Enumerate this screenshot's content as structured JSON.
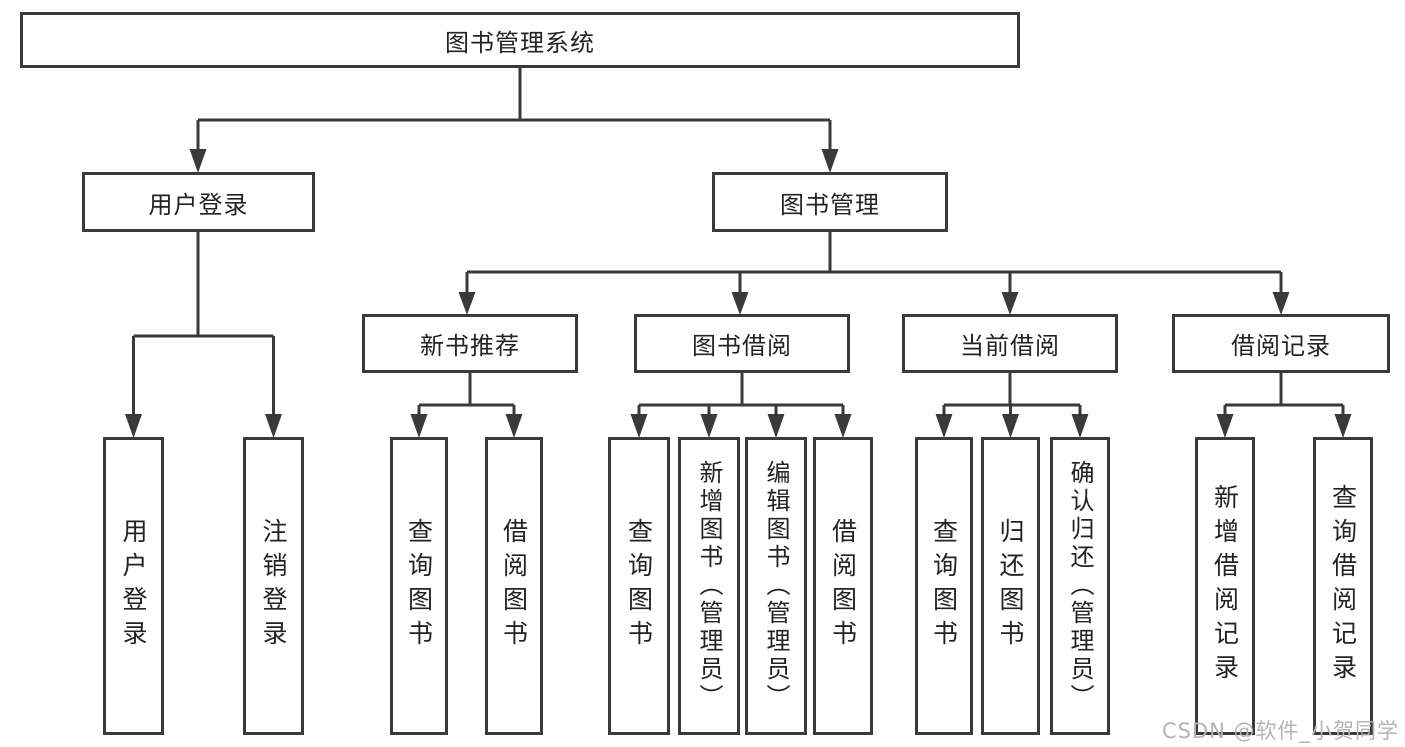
{
  "tree": {
    "root": {
      "label": "图书管理系统",
      "children": [
        {
          "label": "用户登录",
          "children": [
            {
              "label": "用户登录"
            },
            {
              "label": "注销登录"
            }
          ]
        },
        {
          "label": "图书管理",
          "children": [
            {
              "label": "新书推荐",
              "children": [
                {
                  "label": "查询图书"
                },
                {
                  "label": "借阅图书"
                }
              ]
            },
            {
              "label": "图书借阅",
              "children": [
                {
                  "label": "查询图书"
                },
                {
                  "label": "新增图书（管理员）"
                },
                {
                  "label": "编辑图书（管理员）"
                },
                {
                  "label": "借阅图书"
                }
              ]
            },
            {
              "label": "当前借阅",
              "children": [
                {
                  "label": "查询图书"
                },
                {
                  "label": "归还图书"
                },
                {
                  "label": "确认归还（管理员）"
                }
              ]
            },
            {
              "label": "借阅记录",
              "children": [
                {
                  "label": "新增借阅记录"
                },
                {
                  "label": "查询借阅记录"
                }
              ]
            }
          ]
        }
      ]
    }
  },
  "colors": {
    "line": "#3a3a3a",
    "text": "#232323",
    "watermark": "#b4b4b4"
  },
  "watermark": {
    "text": "CSDN @软件_小贺同学"
  }
}
